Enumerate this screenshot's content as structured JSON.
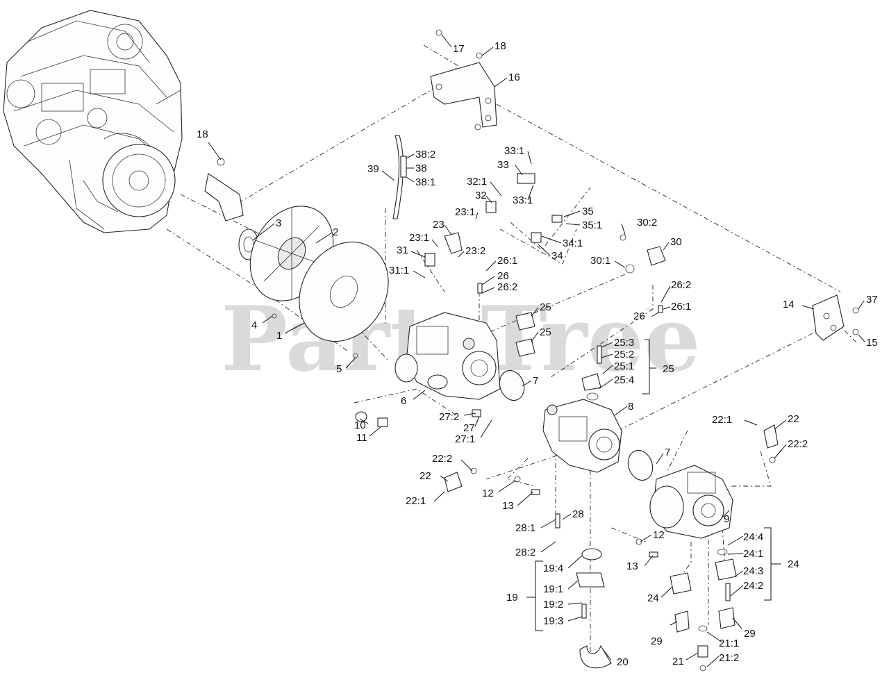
{
  "watermark": {
    "text": "PartsTree",
    "trademark": "™"
  },
  "callouts": [
    "17",
    "18",
    "16",
    "18",
    "38:2",
    "38",
    "38:1",
    "39",
    "33:1",
    "33",
    "32:1",
    "33:1",
    "32",
    "35",
    "35:1",
    "30:2",
    "30",
    "34:1",
    "34",
    "3",
    "2",
    "23:1",
    "23",
    "23:1",
    "31",
    "23:2",
    "31:1",
    "30:1",
    "26:1",
    "26",
    "26:2",
    "26:2",
    "26:1",
    "26",
    "14",
    "37",
    "15",
    "4",
    "1",
    "25",
    "25",
    "25:3",
    "25:2",
    "25:1",
    "25",
    "25:4",
    "5",
    "6",
    "7",
    "8",
    "10",
    "11",
    "27:2",
    "27",
    "27:1",
    "22:1",
    "22",
    "22:2",
    "22:2",
    "22",
    "22:1",
    "12",
    "13",
    "7",
    "9",
    "28:1",
    "28",
    "28:2",
    "12",
    "13",
    "24:4",
    "24:1",
    "24",
    "24:3",
    "24:2",
    "19:4",
    "19:1",
    "19",
    "19:2",
    "19:3",
    "24",
    "29",
    "29",
    "21:1",
    "21",
    "21:2",
    "20"
  ]
}
